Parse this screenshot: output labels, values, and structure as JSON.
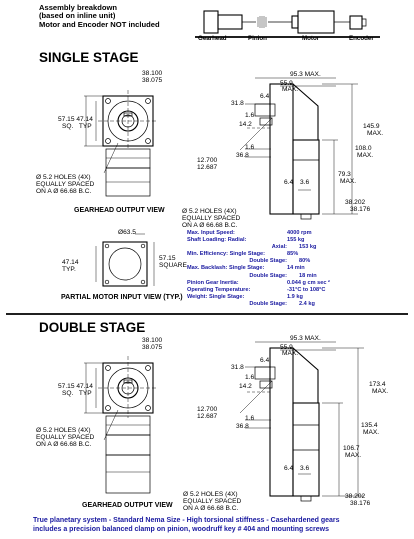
{
  "header": {
    "lines": [
      "Assembly breakdown",
      "(based on inline unit)",
      "Motor and Encoder NOT included"
    ],
    "parts": [
      "Gearhead",
      "Pinion",
      "Motor",
      "Encoder"
    ]
  },
  "single": {
    "title": "SINGLE STAGE",
    "front": {
      "bore_top": "38.100",
      "bore_bot": "38.075",
      "sq_val": "57.15",
      "sq_unit": "SQ.",
      "typ_val": "47.14",
      "typ_unit": "TYP",
      "holes": [
        "Ø 5.2 HOLES (4X)",
        "EQUALLY SPACED",
        "ON A Ø 66.68 B.C."
      ],
      "caption": "GEARHEAD OUTPUT VIEW"
    },
    "side": {
      "d_95": "95.3 MAX.",
      "d_55a": "55.9",
      "d_55b": "MAX.",
      "d_64": "6.4",
      "d_318": "31.8",
      "d_16": "1.6",
      "d_142": "14.2",
      "d_145a": "145.9",
      "d_145b": "MAX.",
      "shaft_top": "12.700",
      "shaft_bot": "12.687",
      "d_16b": "1.6",
      "d_368": "36.8",
      "d_108a": "108.0",
      "d_108b": "MAX.",
      "d_793a": "79.3",
      "d_793b": "MAX.",
      "d_64b": "6.4",
      "d_36": "3.6",
      "pilot_top": "38.202",
      "pilot_bot": "38.176"
    },
    "motor": {
      "bore": "Ø63.5",
      "typ_val": "47.14",
      "typ_unit": "TYP.",
      "sq_val": "57.15",
      "sq_unit": "SQUARE",
      "caption": "PARTIAL MOTOR INPUT VIEW (TYP.)"
    },
    "holes2": [
      "Ø 5.2 HOLES (4X)",
      "EQUALLY SPACED",
      "ON A Ø 66.68 B.C."
    ]
  },
  "specs": [
    {
      "k": "Max. Input Speed:",
      "v": "4000 rpm",
      "indent": false
    },
    {
      "k": "Shaft Loading: Radial:",
      "v": "155 kg",
      "indent": false
    },
    {
      "k": "Axial:",
      "v": "153 kg",
      "indent": true
    },
    {
      "k": "Min. Efficiency: Single Stage:",
      "v": "85%",
      "indent": false
    },
    {
      "k": "Double Stage:",
      "v": "80%",
      "indent": true
    },
    {
      "k": "Max. Backlash: Single Stage:",
      "v": "14 min",
      "indent": false
    },
    {
      "k": "Double Stage:",
      "v": "18 min",
      "indent": true
    },
    {
      "k": "Pinion Gear Inertia:",
      "v": "0.044 g cm sec ²",
      "indent": false
    },
    {
      "k": "Operating Temperature:",
      "v": "-31°C to 108°C",
      "indent": false
    },
    {
      "k": "Weight: Single Stage:",
      "v": "1.9 kg",
      "indent": false
    },
    {
      "k": "Double Stage:",
      "v": "2.4 kg",
      "indent": true
    }
  ],
  "double": {
    "title": "DOUBLE STAGE",
    "front": {
      "bore_top": "38.100",
      "bore_bot": "38.075",
      "sq_val": "57.15",
      "sq_unit": "SQ.",
      "typ_val": "47.14",
      "typ_unit": "TYP",
      "holes": [
        "Ø 5.2 HOLES (4X)",
        "EQUALLY SPACED",
        "ON A Ø 66.68 B.C."
      ],
      "caption": "GEARHEAD OUTPUT VIEW"
    },
    "side": {
      "d_95": "95.3 MAX.",
      "d_55a": "55.9",
      "d_55b": "MAX.",
      "d_64": "6.4",
      "d_318": "31.8",
      "d_16": "1.6",
      "d_142": "14.2",
      "d_173a": "173.4",
      "d_173b": "MAX.",
      "shaft_top": "12.700",
      "shaft_bot": "12.687",
      "d_16b": "1.6",
      "d_368": "36.8",
      "d_135a": "135.4",
      "d_135b": "MAX.",
      "d_106a": "106.7",
      "d_106b": "MAX.",
      "d_64b": "6.4",
      "d_36": "3.6",
      "pilot_top": "38.202",
      "pilot_bot": "38.176"
    },
    "holes2": [
      "Ø 5.2 HOLES (4X)",
      "EQUALLY SPACED",
      "ON A Ø 66.68 B.C."
    ]
  },
  "footer": {
    "line1": "True planetary system - Standard Nema Size - High torsional stiffness - Casehardened gears",
    "line2": "includes a precision balanced clamp on pinion, woodruff key #   404   and mounting screws"
  }
}
